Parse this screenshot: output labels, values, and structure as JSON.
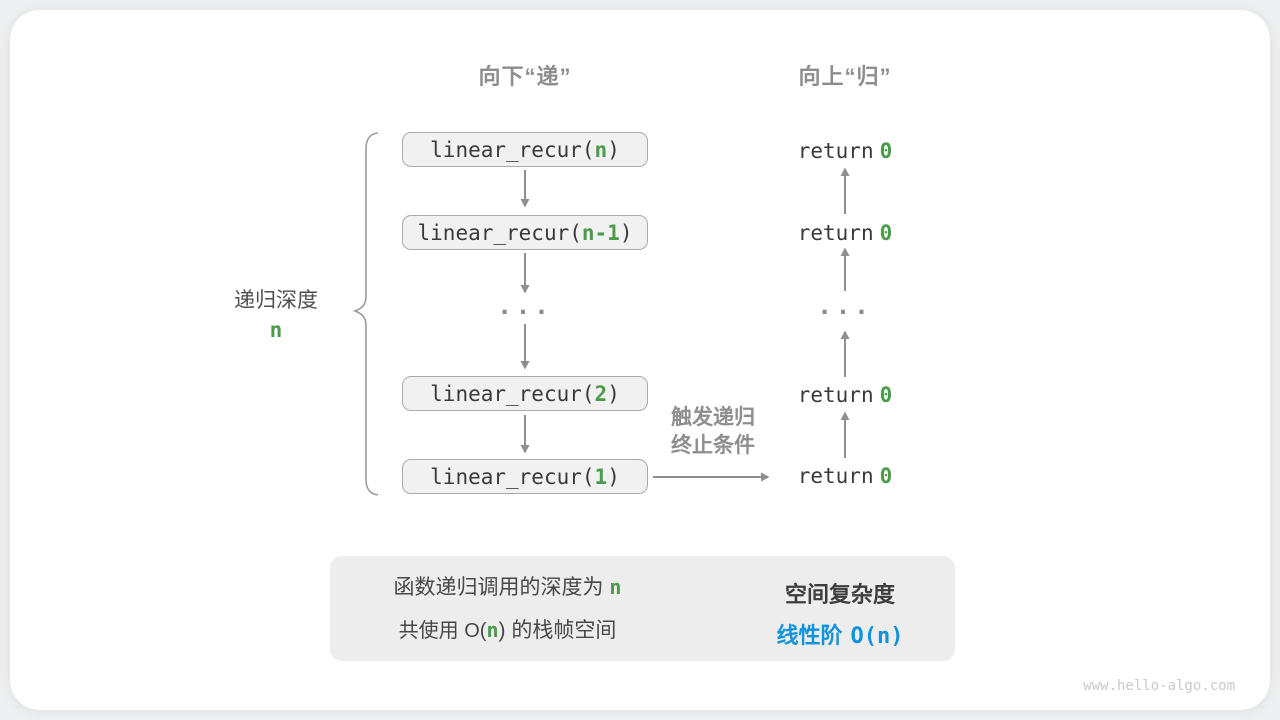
{
  "colors": {
    "accent_green": "#4a9b4a",
    "accent_blue": "#1192dc",
    "label_gray": "#8d8d8d"
  },
  "headers": {
    "down": "向下“递”",
    "up": "向上“归”"
  },
  "call_stack": {
    "boxes": [
      {
        "prefix": "linear_recur(",
        "arg": "n",
        "suffix": ")"
      },
      {
        "prefix": "linear_recur(",
        "arg": "n-1",
        "suffix": ")"
      },
      {
        "prefix": "linear_recur(",
        "arg": "2",
        "suffix": ")"
      },
      {
        "prefix": "linear_recur(",
        "arg": "1",
        "suffix": ")"
      }
    ],
    "ellipsis": "..."
  },
  "returns": {
    "rows": [
      {
        "keyword": "return",
        "value": "0"
      },
      {
        "keyword": "return",
        "value": "0"
      },
      {
        "keyword": "return",
        "value": "0"
      },
      {
        "keyword": "return",
        "value": "0"
      }
    ],
    "ellipsis": "..."
  },
  "depth_label": {
    "text": "递归深度",
    "value": "n"
  },
  "trigger_label": {
    "line1": "触发递归",
    "line2": "终止条件"
  },
  "summary": {
    "left_line1": {
      "text": "函数递归调用的深度为",
      "arg": "n"
    },
    "left_line2": {
      "pre": "共使用 O(",
      "arg": "n",
      "post": ") 的栈帧空间"
    },
    "right_line1": "空间复杂度",
    "right_line2": {
      "text": "线性阶",
      "code": "O(n)"
    }
  },
  "watermark": "www.hello-algo.com"
}
